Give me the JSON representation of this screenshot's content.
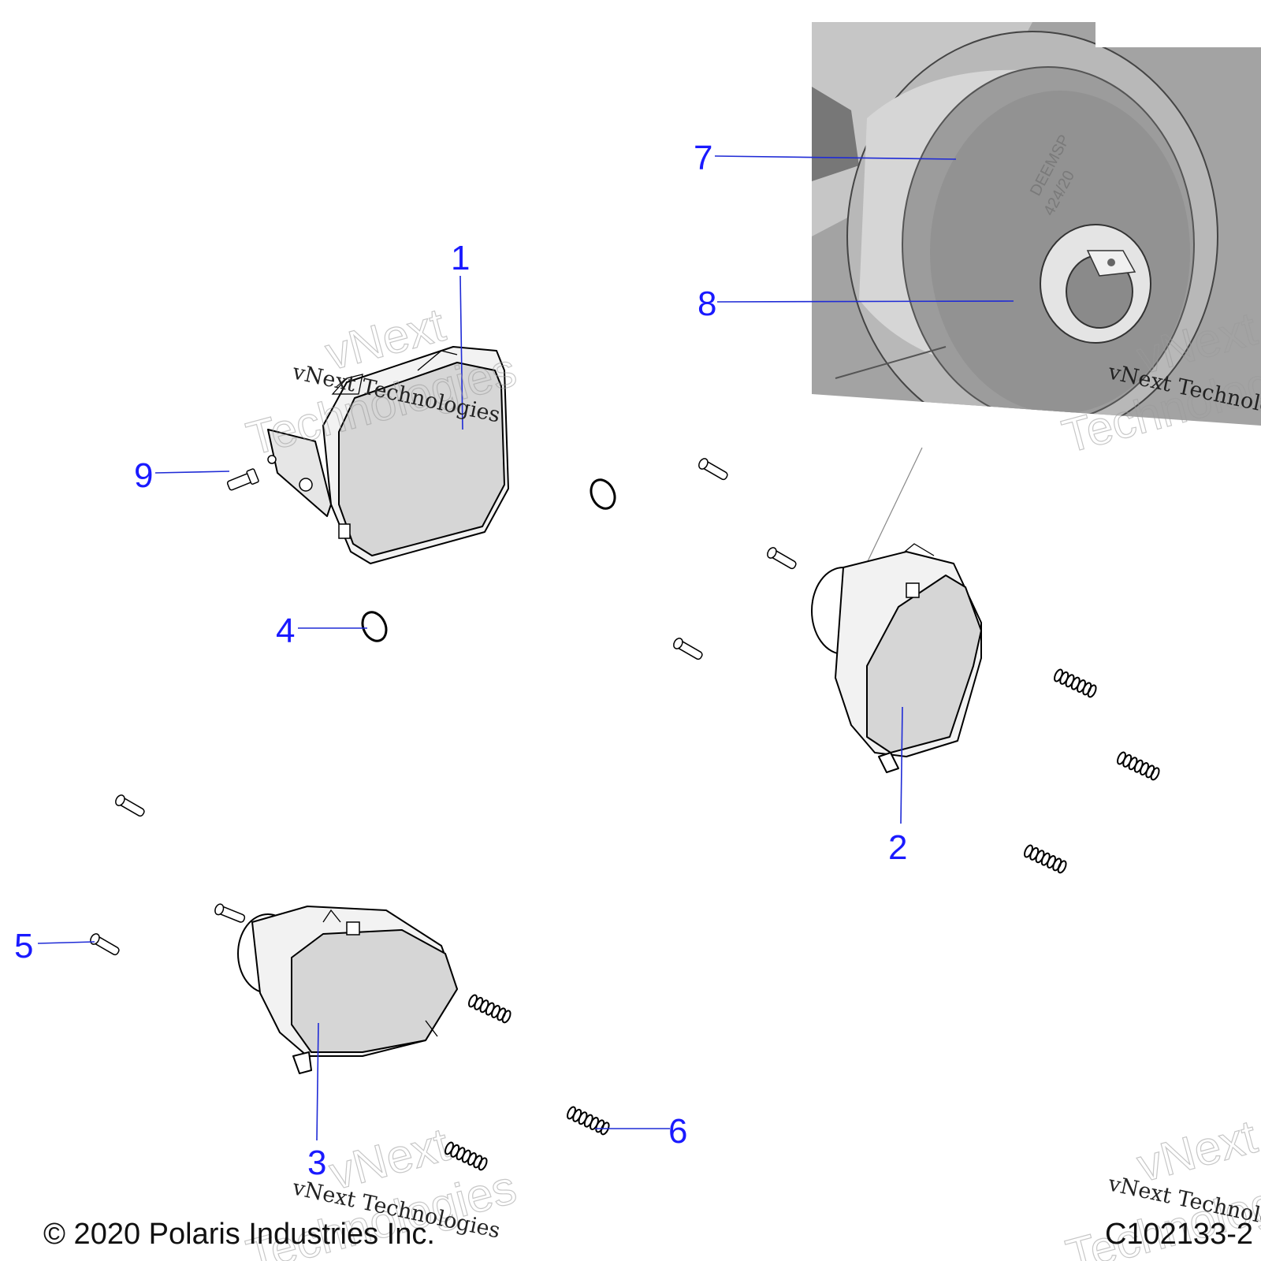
{
  "callouts": {
    "c1": "1",
    "c2": "2",
    "c3": "3",
    "c4": "4",
    "c5": "5",
    "c6": "6",
    "c7": "7",
    "c8": "8",
    "c9": "9"
  },
  "watermark": {
    "brand_line_1": "vNext",
    "brand_line_2": "Technologies",
    "small_text": "vNext Technologies"
  },
  "footer": {
    "copyright": "© 2020 Polaris Industries Inc.",
    "figure_id": "C102133-2"
  },
  "colors": {
    "callout": "#1a1aff",
    "leader": "#1f2bd6",
    "part_fill": "#d4d4d4",
    "inset_fill": "#9a9a9a"
  }
}
